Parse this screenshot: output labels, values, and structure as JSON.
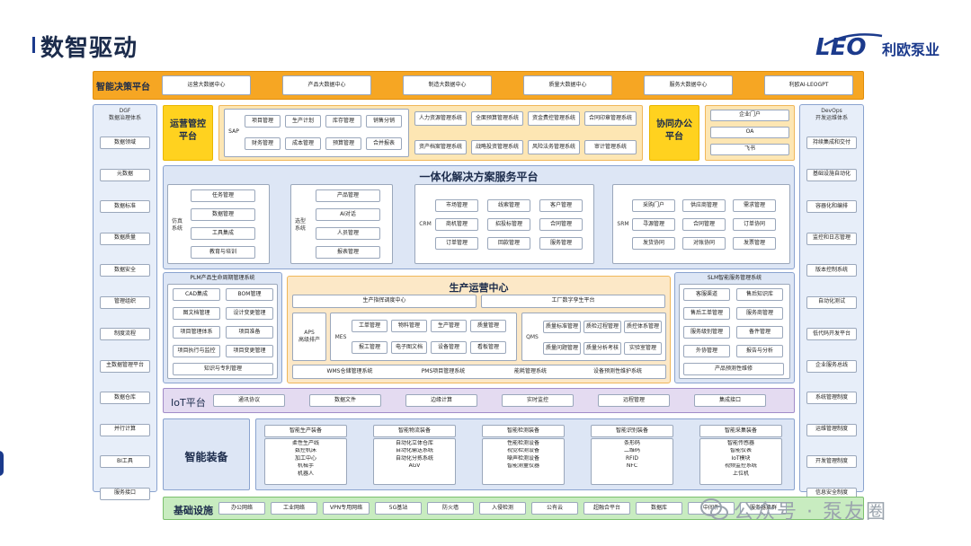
{
  "page_title": "数智驱动",
  "logo": {
    "brand": "LEO",
    "company": "利欧泵业"
  },
  "decision": {
    "label": "智能决策平台",
    "items": [
      "运营大数据中心",
      "产品大数据中心",
      "制造大数据中心",
      "质量大数据中心",
      "服务大数据中心",
      "利欧AI-LEOGPT"
    ]
  },
  "left_sidebar": {
    "title": "DGF\n数据治理体系",
    "items": [
      "数据领域",
      "元数据",
      "数据标准",
      "数据质量",
      "数据安全",
      "管理组织",
      "制度流程",
      "主数据管理平台",
      "数据仓库",
      "并行计算",
      "BI工具",
      "服务接口"
    ]
  },
  "right_sidebar": {
    "title": "DevOps\n开发运维体系",
    "items": [
      "持续集成和交付",
      "基础设施自动化",
      "容器化和编排",
      "监控和日志管理",
      "版本控制系统",
      "自动化测试",
      "低代码开发平台",
      "企业服务总线",
      "系统管理制度",
      "运维管理制度",
      "开发管理制度",
      "信息安全制度"
    ]
  },
  "ops_control": {
    "label": "运营管控\n平台",
    "sap_label": "SAP",
    "sap_items": [
      "项目管理",
      "生产计划",
      "库存管理",
      "销售分销",
      "财务管理",
      "成本管理",
      "预算管理",
      "合并报表"
    ],
    "mid_items": [
      "人力资源管理系统",
      "全面预算管理系统",
      "资金费控管理系统",
      "合同印章管理系统",
      "资产档案管理系统",
      "战略投资管理系统",
      "风险法务管理系统",
      "审计管理系统"
    ]
  },
  "office": {
    "label": "协同办公\n平台",
    "items": [
      "企业门户",
      "OA",
      "飞书"
    ]
  },
  "integrated": {
    "title": "一体化解决方案服务平台",
    "sim_label": "仿真\n系统",
    "sim_items": [
      "任务管理",
      "数据管理",
      "工具集成",
      "教育与培训"
    ],
    "select_label": "选型\n系统",
    "select_items": [
      "产品管理",
      "AI对话",
      "人员管理",
      "报表管理"
    ],
    "crm_label": "CRM",
    "crm_items": [
      "市场管理",
      "线索管理",
      "客户管理",
      "商机管理",
      "招投标管理",
      "合同管理",
      "订单管理",
      "回款管理",
      "服务管理"
    ],
    "srm_label": "SRM",
    "srm_items": [
      "采购门户",
      "供应商管理",
      "需求管理",
      "寻源管理",
      "合同管理",
      "订单协同",
      "发货协同",
      "对账协同",
      "发票管理"
    ]
  },
  "plm": {
    "title": "PLM产品生命周期管理系统",
    "items": [
      "CAD集成",
      "BOM管理",
      "图文档管理",
      "设计变更管理",
      "项目管理体系",
      "项目准备",
      "项目执行与监控",
      "项目变更管理",
      "知识与专利管理"
    ]
  },
  "production": {
    "title": "生产运营中心",
    "top_items": [
      "生产指挥调度中心",
      "工厂数字孪生平台"
    ],
    "aps_label": "APS\n高级排产",
    "mes_label": "MES",
    "mes_items": [
      "工单管理",
      "物料管理",
      "生产管理",
      "质量管理",
      "报工管理",
      "电子图文档",
      "设备管理",
      "看板管理"
    ],
    "qms_label": "QMS",
    "qms_items": [
      "质量标准管理",
      "质检过程管理",
      "质控体系管理",
      "质量问题管理",
      "质量分析考核",
      "实验室管理"
    ],
    "bottom_items": [
      "WMS仓储管理系统",
      "PMS项目管理系统",
      "能耗管理系统",
      "设备预测性维护系统"
    ]
  },
  "slm": {
    "title": "SLM智能服务管理系统",
    "items": [
      "客服渠道",
      "售后知识库",
      "售后工单管理",
      "服务商管理",
      "服务级别管理",
      "备件管理",
      "外协管理",
      "报告与分析",
      "产品预测性维修"
    ]
  },
  "iot": {
    "label": "IoT平台",
    "items": [
      "通讯协议",
      "数据文件",
      "边缘计算",
      "实时监控",
      "远程管理",
      "集成接口"
    ]
  },
  "equipment": {
    "label": "智能装备",
    "groups": [
      {
        "title": "智能生产装备",
        "items": [
          "柔性生产线",
          "数控机床",
          "加工中心",
          "机械手",
          "机器人"
        ]
      },
      {
        "title": "智能物流装备",
        "items": [
          "自动化立体仓库",
          "自动化输送系统",
          "自动化分拣系统",
          "AGV"
        ]
      },
      {
        "title": "智能检测装备",
        "items": [
          "性能检测设备",
          "视觉检测设备",
          "噪声检测设备",
          "智能测量仪器"
        ]
      },
      {
        "title": "智能识别装备",
        "items": [
          "条形码",
          "二维码",
          "RFID",
          "NFC"
        ]
      },
      {
        "title": "智能采集装备",
        "items": [
          "智能传感器",
          "智能仪表",
          "IoT模块",
          "视频监控系统",
          "上位机"
        ]
      }
    ]
  },
  "infra": {
    "label": "基础设施",
    "items": [
      "办公网络",
      "工业网络",
      "VPN专用网络",
      "5G基站",
      "防火墙",
      "入侵检测",
      "公有云",
      "超融合平台",
      "数据库",
      "中间件",
      "服务器集群"
    ]
  },
  "watermark": "公众号 · 泵友圈",
  "colors": {
    "orange": "#f6a623",
    "yellow": "#ffd21f",
    "blue": "#1b3a8c",
    "green": "#c8ecc0",
    "purple": "#e4dbf1"
  }
}
